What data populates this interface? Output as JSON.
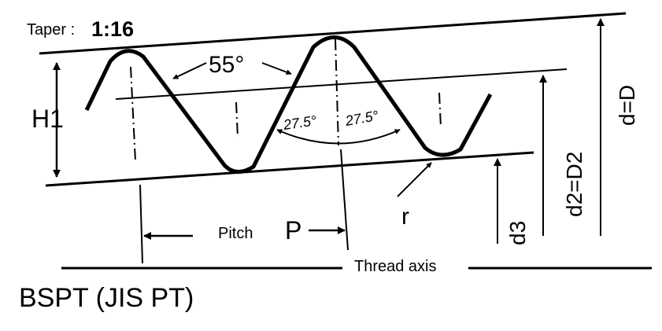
{
  "taper": {
    "label": "Taper :",
    "value": "1:16"
  },
  "angles": {
    "flank_total": "55°",
    "half_left": "27.5°",
    "half_right": "27.5°"
  },
  "labels": {
    "h1": "H1",
    "pitch": "Pitch",
    "p": "P",
    "r": "r",
    "thread_axis": "Thread axis",
    "d3": "d3",
    "d2": "d2=D2",
    "d": "d=D"
  },
  "caption": "BSPT (JIS PT)"
}
